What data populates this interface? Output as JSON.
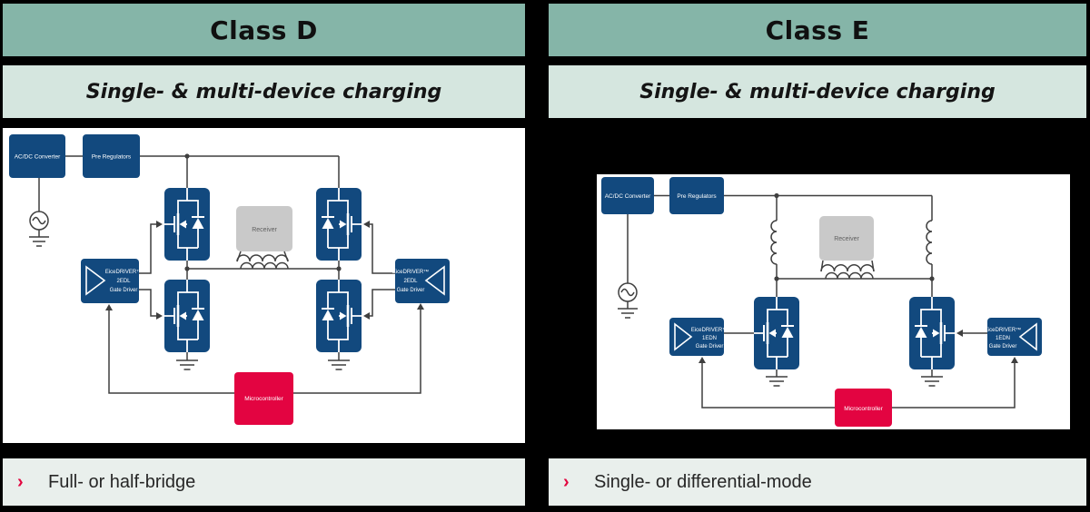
{
  "colors": {
    "background": "#000000",
    "header_bg": "#85B5A8",
    "subtitle_bg": "#D5E6DF",
    "bullet_bg": "#E9EFEC",
    "block_navy": "#12497E",
    "accent_red": "#E30441",
    "receiver_gray": "#C9C9C9",
    "wire": "#3F3F3F",
    "diagram_bg": "#FFFFFF"
  },
  "panels": [
    {
      "title": "Class D",
      "subtitle": "Single- & multi-device charging",
      "bullet_marker": "›",
      "bullet": "Full- or half-bridge",
      "diagram": {
        "blocks": {
          "acdc": "AC/DC Converter",
          "prereg": "Pre Regulators",
          "receiver": "Receiver",
          "mcu": "Microcontroller"
        },
        "driver": {
          "line1": "EiceDRIVER™",
          "line2": "2EDL",
          "line3": "Gate Driver"
        }
      }
    },
    {
      "title": "Class E",
      "subtitle": "Single- & multi-device charging",
      "bullet_marker": "›",
      "bullet": "Single- or differential-mode",
      "diagram": {
        "blocks": {
          "acdc": "AC/DC Converter",
          "prereg": "Pre Regulators",
          "receiver": "Receiver",
          "mcu": "Microcontroller"
        },
        "driver": {
          "line1": "EiceDRIVER™",
          "line2": "1EDN",
          "line3": "Gate Driver"
        }
      }
    }
  ]
}
